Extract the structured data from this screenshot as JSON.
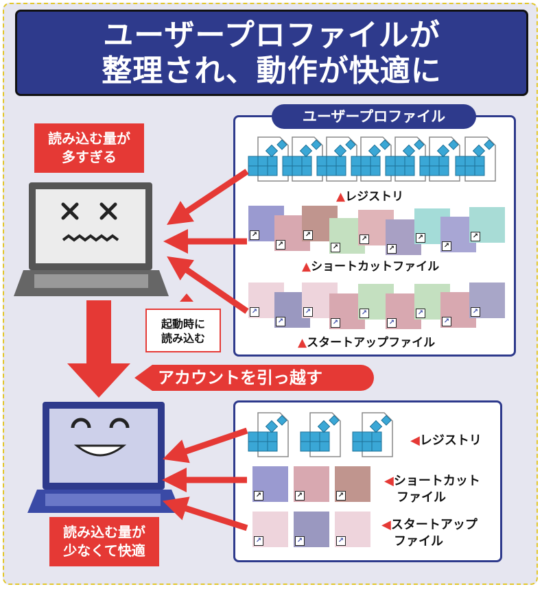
{
  "title": {
    "line1": "ユーザープロファイルが",
    "line2": "整理され、動作が快適に"
  },
  "top_panel": {
    "header": "ユーザープロファイル",
    "registry_label": "レジストリ",
    "shortcut_label": "ショートカットファイル",
    "startup_label": "スタートアップファイル"
  },
  "bottom_panel": {
    "registry_label": "レジストリ",
    "shortcut_label_1": "ショートカット",
    "shortcut_label_2": "ファイル",
    "startup_label_1": "スタートアップ",
    "startup_label_2": "ファイル"
  },
  "callouts": {
    "too_much_1": "読み込む量が",
    "too_much_2": "多すぎる",
    "boot_1": "起動時に",
    "boot_2": "読み込む",
    "migrate": "アカウントを引っ越す",
    "little_1": "読み込む量が",
    "little_2": "少なくて快適"
  },
  "colors": {
    "navy": "#2e3a8c",
    "red": "#e53935",
    "background": "#e6e6f0",
    "border_dash": "#e2c62a"
  },
  "icons": {
    "registry": "registry-cube-icon",
    "shortcut": "shortcut-arrow-icon",
    "startup": "startup-arrow-icon"
  }
}
